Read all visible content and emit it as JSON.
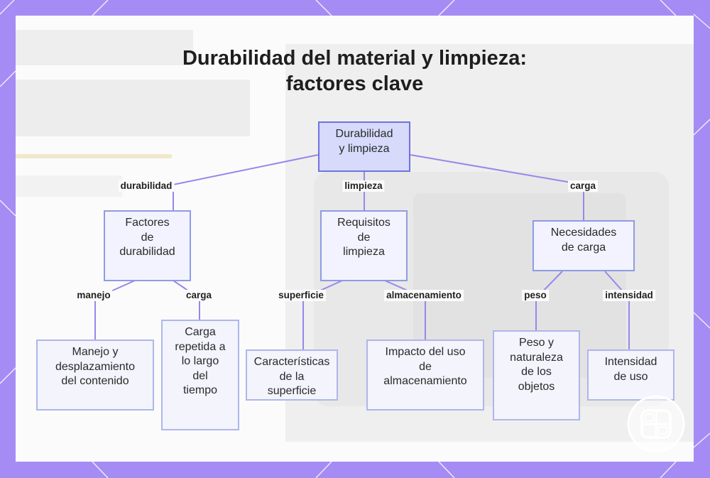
{
  "title": [
    "Durabilidad del material y limpieza:",
    "factores clave"
  ],
  "nodes": {
    "root": [
      "Durabilidad",
      "y limpieza"
    ],
    "durability_factors": [
      "Factores",
      "de",
      "durabilidad"
    ],
    "cleaning_requirements": [
      "Requisitos",
      "de",
      "limpieza"
    ],
    "load_needs": [
      "Necesidades",
      "de carga"
    ],
    "handling": [
      "Manejo y",
      "desplazamiento",
      "del contenido"
    ],
    "repeated_load": [
      "Carga",
      "repetida a",
      "lo largo",
      "del",
      "tiempo"
    ],
    "surface": [
      "Características",
      "de la",
      "superficie"
    ],
    "storage_impact": [
      "Impacto del uso",
      "de",
      "almacenamiento"
    ],
    "weight_nature": [
      "Peso y",
      "naturaleza",
      "de los",
      "objetos"
    ],
    "intensity": [
      "Intensidad",
      "de uso"
    ]
  },
  "edge_labels": {
    "durabilidad": "durabilidad",
    "limpieza": "limpieza",
    "carga_top": "carga",
    "manejo": "manejo",
    "carga_sub": "carga",
    "superficie": "superficie",
    "almacenamiento": "almacenamiento",
    "peso": "peso",
    "intensidad": "intensidad"
  },
  "colors": {
    "frame": "#a48cf4",
    "edge": "#9a86ea",
    "node_border": "#8e98e0",
    "root_fill": "#d7dafb"
  },
  "icons": [
    "logo-icon"
  ]
}
